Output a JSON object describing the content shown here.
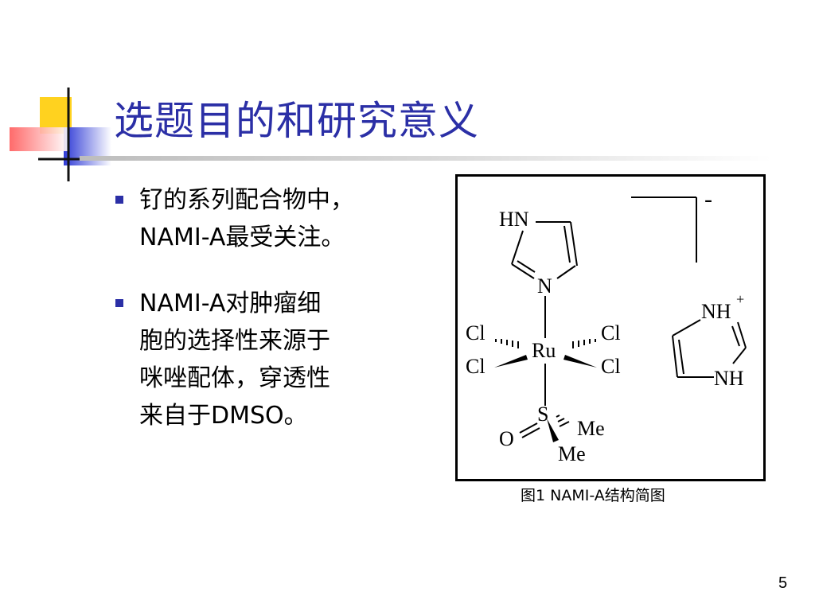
{
  "title": "选题目的和研究意义",
  "bullets": [
    {
      "text": "钌的系列配合物中，\nNAMI-A最受关注。"
    },
    {
      "text": "NAMI-A对肿瘤细\n胞的选择性来源于\n咪唑配体，穿透性\n来自于DMSO。"
    }
  ],
  "figure": {
    "labels": {
      "hn": "HN",
      "n": "N",
      "ru": "Ru",
      "cl": "Cl",
      "s": "S",
      "o": "O",
      "me": "Me",
      "nh": "NH",
      "plus": "+",
      "minus": "-"
    },
    "caption": "图1 NAMI-A结构简图"
  },
  "page_number": "5",
  "colors": {
    "title": "#2b2fa6",
    "bullet": "#2b2fa6",
    "deco_yellow": "#ffd21f",
    "deco_blue": "#2f3bd6",
    "deco_red": "#ff5a5a"
  }
}
